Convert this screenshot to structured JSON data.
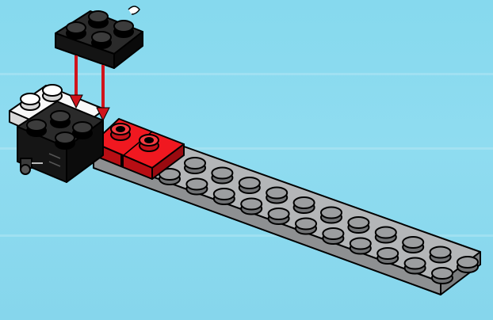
{
  "scene": {
    "kind": "building-instruction-step",
    "background_color": "#8adbef",
    "colors": {
      "black_brick": "#111111",
      "white_brick": "#f2f2f2",
      "red_brick": "#e8141c",
      "gray_plate": "#a7a9ab",
      "arrow": "#d0141c",
      "outline": "#000000"
    },
    "parts": [
      {
        "name": "black-2x2-brick-with-stud-hook",
        "color": "black",
        "state": "being-added"
      },
      {
        "name": "white-plate",
        "color": "white",
        "state": "placed"
      },
      {
        "name": "black-2x2-brick-with-side-pin",
        "color": "black",
        "state": "placed"
      },
      {
        "name": "red-1x2-plate",
        "color": "red",
        "state": "placed"
      },
      {
        "name": "gray-long-plate",
        "color": "gray",
        "state": "placed"
      }
    ],
    "arrows": 2
  }
}
